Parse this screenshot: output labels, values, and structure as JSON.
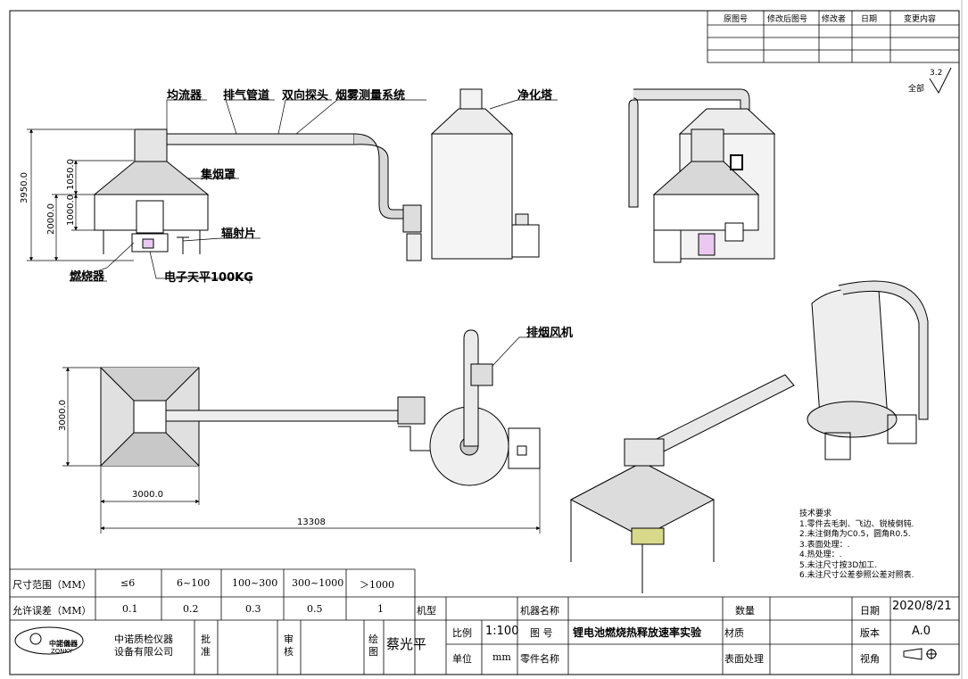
{
  "revision_table": {
    "headers": [
      "原图号",
      "修改后图号",
      "修改者",
      "日期",
      "变更内容"
    ]
  },
  "roughness": {
    "label": "全部",
    "value": "3.2"
  },
  "labels": {
    "flow_equalizer": "均流器",
    "exhaust_pipe": "排气管道",
    "probe": "双向探头",
    "smoke_system": "烟雾测量系统",
    "scrubber": "净化塔",
    "hood": "集烟罩",
    "radiator": "辐射片",
    "burner": "燃烧器",
    "balance": "电子天平100KG",
    "fan": "排烟风机"
  },
  "dimensions": {
    "d3950": "3950.0",
    "d1050": "1050.0",
    "d2000": "2000.0",
    "d1000": "1000.0",
    "d3000v": "3000.0",
    "d3000h": "3000.0",
    "d13308": "13308"
  },
  "tech_requirements": {
    "title": "技术要求",
    "items": [
      "1.零件去毛刺、飞边、锐棱倒钝.",
      "2.未注倒角为C0.5，圆角R0.5.",
      "3.表面处理：.",
      "4.热处理：.",
      "5.未注尺寸按3D加工.",
      "6.未注尺寸公差参照公差对照表."
    ]
  },
  "tolerance": {
    "row1_label": "尺寸范围（MM）",
    "row2_label": "允许误差（MM）",
    "ranges": [
      "≤6",
      "6~100",
      "100~300",
      "300~1000",
      "＞1000"
    ],
    "errors": [
      "0.1",
      "0.2",
      "0.3",
      "0.5",
      "1"
    ]
  },
  "title_block": {
    "machine_type_label": "机型",
    "machine_name_label": "机器名称",
    "quantity_label": "数量",
    "date_label": "日期",
    "date": "2020/8/21",
    "scale_label": "比例",
    "scale": "1:100",
    "drawing_no_label": "图 号",
    "title": "锂电池燃烧热释放速率实验",
    "material_label": "材质",
    "version_label": "版本",
    "version": "A.0",
    "unit_label": "单位",
    "unit": "mm",
    "part_name_label": "零件名称",
    "surface_label": "表面处理",
    "view_label": "视角",
    "company": "中诺质检仪器设备有限公司",
    "company_line1": "中诺质检仪器",
    "company_line2": "设备有限公司",
    "logo_text": "中諾儀器",
    "logo_sub": "ZONKY",
    "approve_label_1": "批",
    "approve_label_2": "准",
    "review_label_1": "审",
    "review_label_2": "核",
    "draw_label_1": "绘",
    "draw_label_2": "图",
    "drafter": "蔡光平"
  }
}
